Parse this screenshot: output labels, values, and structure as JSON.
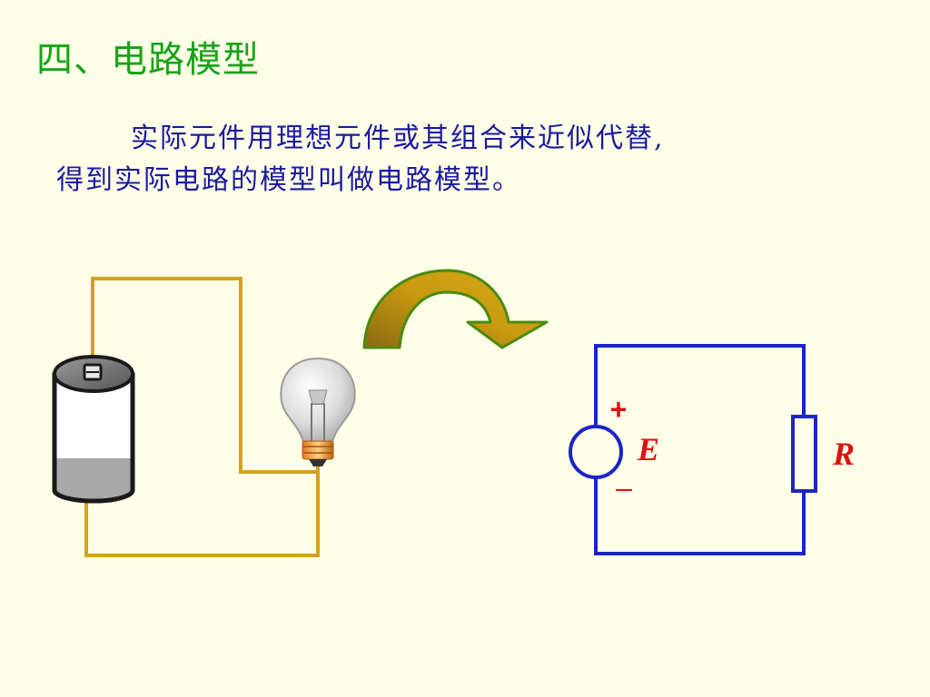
{
  "slide": {
    "title": "四、电路模型",
    "paragraph": {
      "line1": "实际元件用理想元件或其组合来近似代替,",
      "line2": "得到实际电路的模型叫做电路模型。"
    }
  },
  "circuit_model": {
    "source_label": "E",
    "resistor_label": "R",
    "plus_sign": "+",
    "minus_sign": "–"
  },
  "colors": {
    "title": "#17A317",
    "text": "#1A1AA0",
    "wire_real": "#D4A020",
    "wire_model": "#1C24C8",
    "polarity": "#E01010",
    "arrow": "#C89A10",
    "background": "#FFFFE8"
  }
}
